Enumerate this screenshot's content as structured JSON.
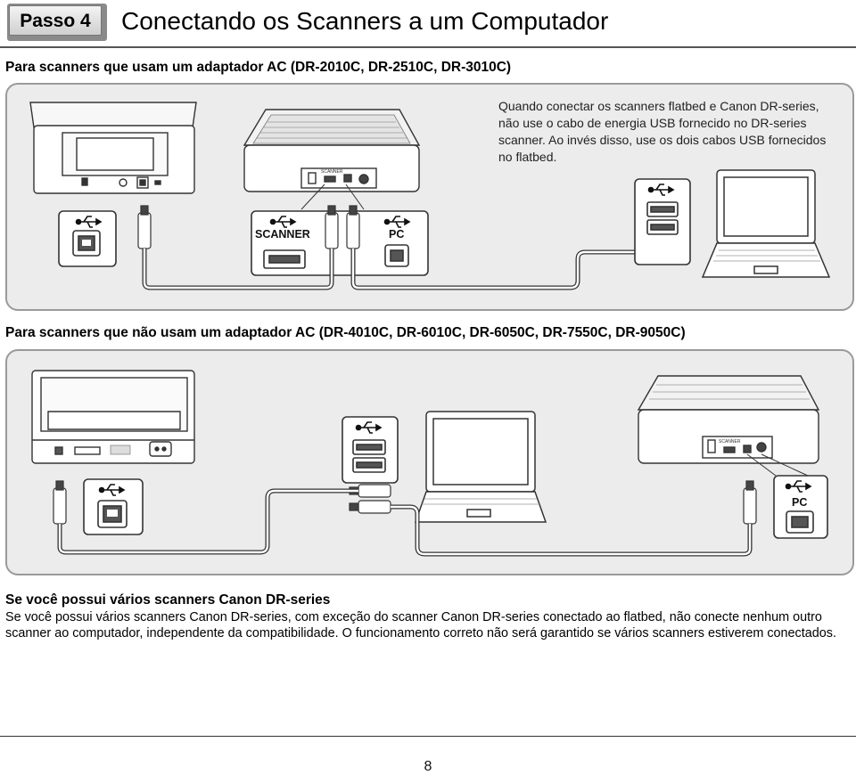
{
  "header": {
    "step_label": "Passo 4",
    "title": "Conectando os Scanners a um Computador"
  },
  "section_ac": {
    "heading": "Para scanners que usam um adaptador AC (DR-2010C, DR-2510C, DR-3010C)",
    "note": "Quando conectar os scanners flatbed e Canon DR-series, não use o cabo de energia USB fornecido no DR-series scanner. Ao invés disso, use os dois cabos USB fornecidos no flatbed.",
    "port_scanner_label": "SCANNER",
    "port_pc_label": "PC",
    "small_scanner_label": "SCANNER"
  },
  "section_noac": {
    "heading": "Para scanners que não usam um adaptador AC (DR-4010C, DR-6010C, DR-6050C, DR-7550C, DR-9050C)",
    "port_pc_label": "PC",
    "small_scanner_label": "SCANNER"
  },
  "section_multi": {
    "heading": "Se você possui vários scanners Canon DR-series",
    "body": "Se você possui vários scanners Canon DR-series, com exceção do scanner Canon DR-series conectado ao flatbed, não conecte nenhum outro scanner ao computador, independente da compatibilidade. O funcionamento correto não será garantido se vários scanners estiverem conectados."
  },
  "footer": {
    "page_number": "8"
  }
}
